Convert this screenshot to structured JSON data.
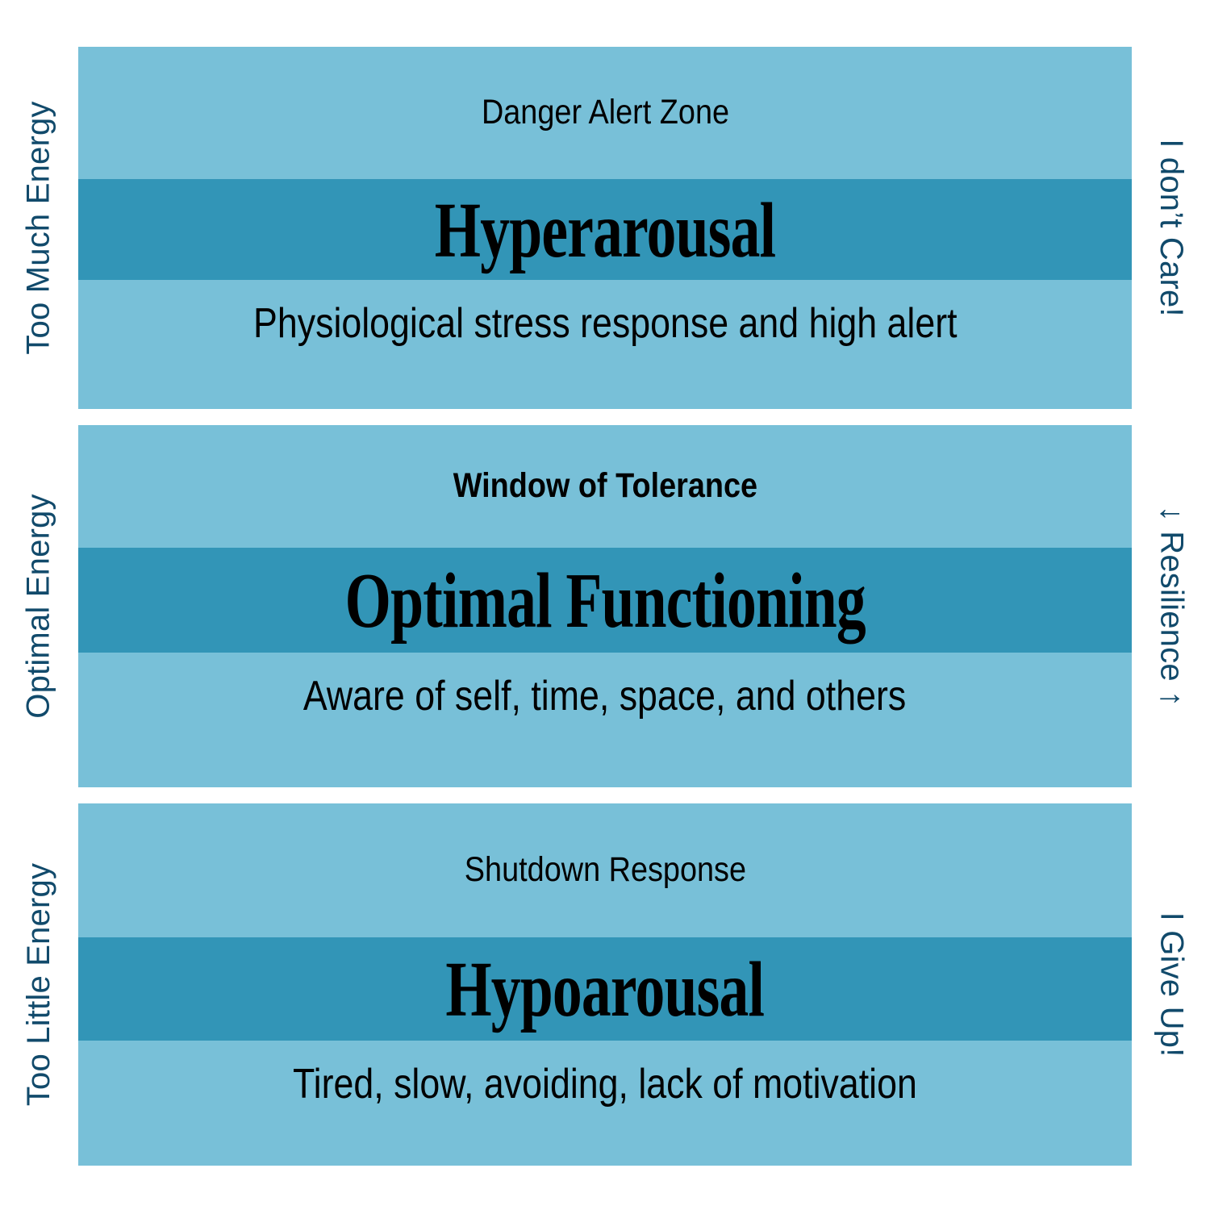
{
  "diagram": {
    "title": "Window of Tolerance",
    "colors": {
      "band_light": "#78C0D8",
      "band_dark": "#3295B7",
      "label_text": "#114A6B",
      "body_text": "#000000",
      "background": "#FFFFFF"
    }
  },
  "zones": [
    {
      "id": "hyperarousal",
      "left_label": "Too Much Energy",
      "right_label": "I don’t Care!",
      "caption": "Danger Alert Zone",
      "caption_weight": "regular",
      "title": "Hyperarousal",
      "description": "Physiological stress response and high alert"
    },
    {
      "id": "window-of-tolerance",
      "left_label": "Optimal Energy",
      "right_label": "↓ Resilience ↑",
      "caption": "Window of Tolerance",
      "caption_weight": "bold",
      "title": "Optimal Functioning",
      "description": "Aware of self, time, space, and others"
    },
    {
      "id": "hypoarousal",
      "left_label": "Too Little Energy",
      "right_label": "I Give Up!",
      "caption": "Shutdown Response",
      "caption_weight": "regular",
      "title": "Hypoarousal",
      "description": "Tired, slow, avoiding, lack of motivation"
    }
  ]
}
